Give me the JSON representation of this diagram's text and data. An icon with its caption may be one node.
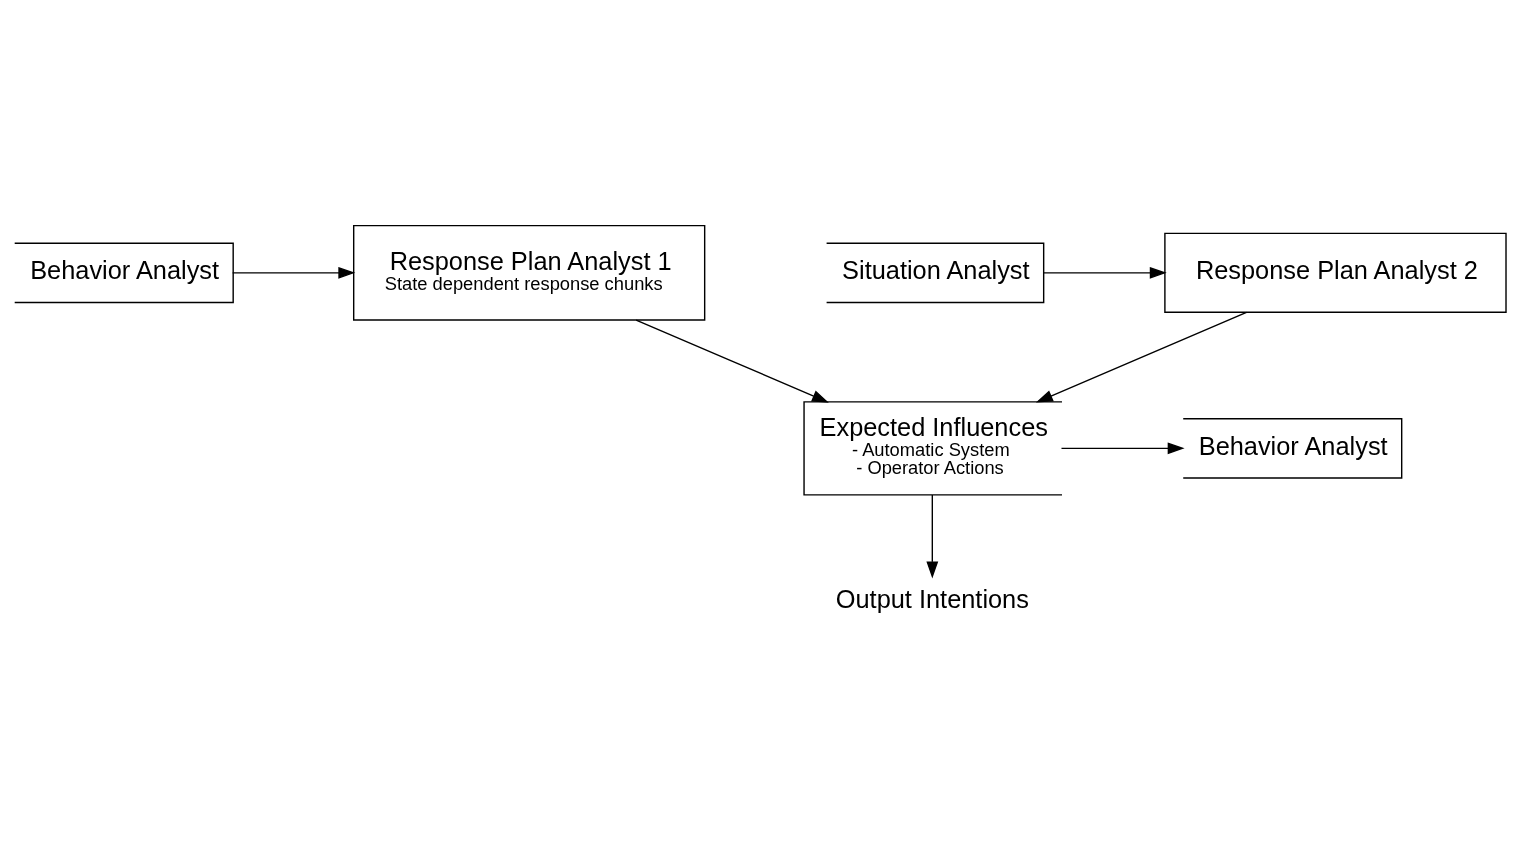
{
  "diagram": {
    "nodes": [
      {
        "text": [
          "Behavior Analyst"
        ]
      },
      {
        "text": [
          "Response Plan Analyst 1",
          "State dependent response chunks"
        ]
      },
      {
        "text": [
          "Situation Analyst"
        ]
      },
      {
        "text": [
          "Response Plan Analyst 2"
        ]
      },
      {
        "text": [
          "Expected Influences",
          "- Automatic System",
          "- Operator Actions"
        ]
      },
      {
        "text": [
          "Behavior Analyst"
        ]
      },
      {
        "text": [
          "Output Intentions"
        ]
      }
    ],
    "edges": [
      {
        "from": 0,
        "to": 1,
        "arrow": "to"
      },
      {
        "from": 2,
        "to": 3,
        "arrow": "to"
      },
      {
        "from": 3,
        "to": 4,
        "arrow": "to"
      },
      {
        "from": 1,
        "to": 4,
        "arrow": "to"
      },
      {
        "from": 4,
        "to": 5,
        "arrow": "to"
      },
      {
        "from": 4,
        "to": 6,
        "arrow": "to"
      }
    ]
  }
}
